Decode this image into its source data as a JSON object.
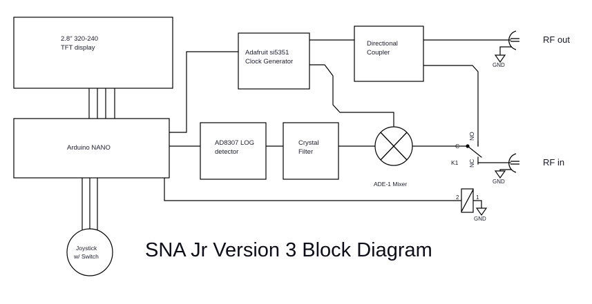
{
  "title": "SNA Jr Version 3 Block Diagram",
  "blocks": [
    {
      "id": "tft",
      "label_line1": "2.8\"  320-240",
      "label_line2": "TFT display"
    },
    {
      "id": "arduino",
      "label_line1": "Arduino NANO",
      "label_line2": ""
    },
    {
      "id": "si5351",
      "label_line1": "Adafruit si5351",
      "label_line2": "Clock Generator"
    },
    {
      "id": "coupler",
      "label_line1": "Directional",
      "label_line2": "Coupler"
    },
    {
      "id": "ad8307",
      "label_line1": "AD8307 LOG",
      "label_line2": "detector"
    },
    {
      "id": "xtal",
      "label_line1": "Crystal",
      "label_line2": "Filter"
    },
    {
      "id": "joystick",
      "label_line1": "Joystick",
      "label_line2": "w/ Switch"
    }
  ],
  "labels": {
    "mixer": "ADE-1 Mixer",
    "relay_name": "K1",
    "relay_common": "C",
    "relay_no": "NO",
    "relay_nc": "NC",
    "coil_pin2": "2",
    "coil_pin1": "1",
    "gnd_rf_out": "GND",
    "gnd_rf_in": "GND",
    "gnd_coil": "GND"
  },
  "ports": {
    "rf_out": "RF out",
    "rf_in": "RF in"
  },
  "colors": {
    "line": "#000000",
    "background": "#ffffff",
    "text": "#1a1a2e",
    "title": "#0d0d18"
  }
}
